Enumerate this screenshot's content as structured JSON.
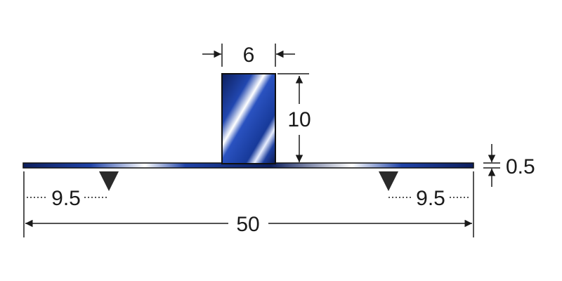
{
  "diagram": {
    "dimensions": {
      "block_width": "6",
      "block_height": "10",
      "plate_thickness": "0.5",
      "support_left_offset": "9.5",
      "support_right_offset": "9.5",
      "total_length": "50"
    },
    "colors": {
      "metal_dark": "#0d1f5e",
      "metal_mid": "#1f43a8",
      "metal_light": "#ffffff",
      "outline": "#101010",
      "support": "#2a2a2a",
      "dim_line": "#1a1a1a"
    }
  }
}
